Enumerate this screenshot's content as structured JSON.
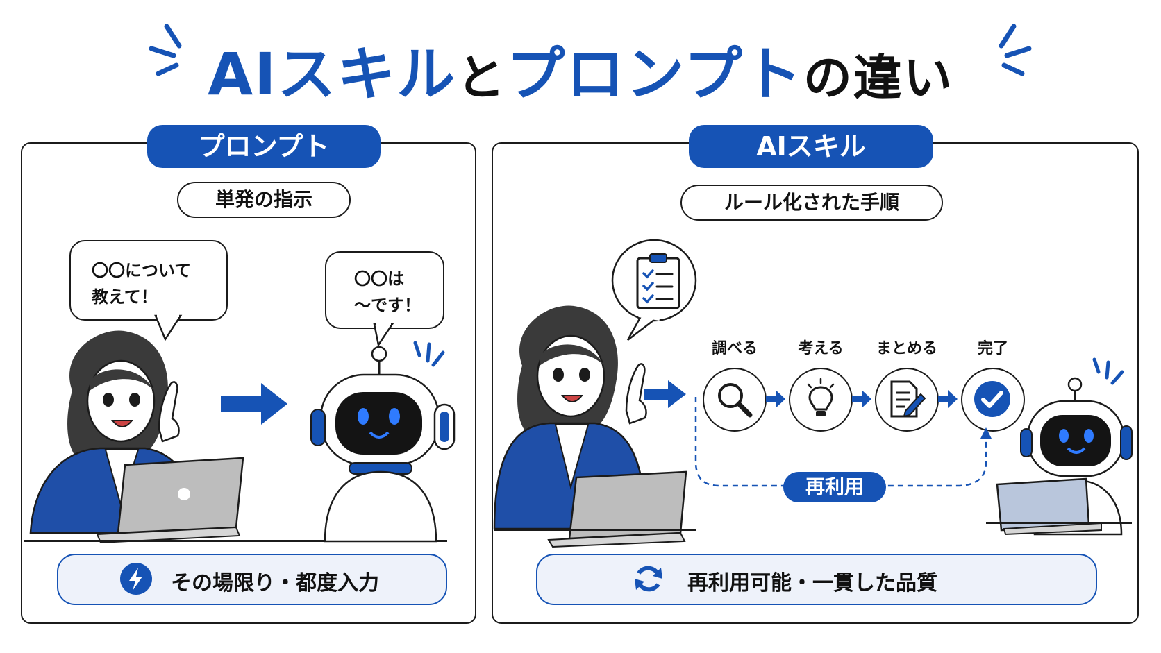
{
  "title": {
    "part1": "AIスキル",
    "part2": "と",
    "part3": "プロンプト",
    "part4": "の違い"
  },
  "left": {
    "tag": "プロンプト",
    "subtitle": "単発の指示",
    "bubble_user_line1": "〇〇について",
    "bubble_user_line2": "教えて！",
    "bubble_robot_line1": "〇〇は",
    "bubble_robot_line2": "〜です！",
    "bottom": "その場限り・都度入力"
  },
  "right": {
    "tag": "AIスキル",
    "subtitle": "ルール化された手順",
    "steps": [
      {
        "label": "調べる",
        "icon": "magnifier-icon"
      },
      {
        "label": "考える",
        "icon": "lightbulb-icon"
      },
      {
        "label": "まとめる",
        "icon": "document-pen-icon"
      },
      {
        "label": "完了",
        "icon": "check-icon"
      }
    ],
    "reuse": "再利用",
    "bottom": "再利用可能・一貫した品質"
  },
  "colors": {
    "accent": "#1653b5",
    "ink": "#1b1b1b",
    "bottom_bg": "#eef2fa"
  }
}
